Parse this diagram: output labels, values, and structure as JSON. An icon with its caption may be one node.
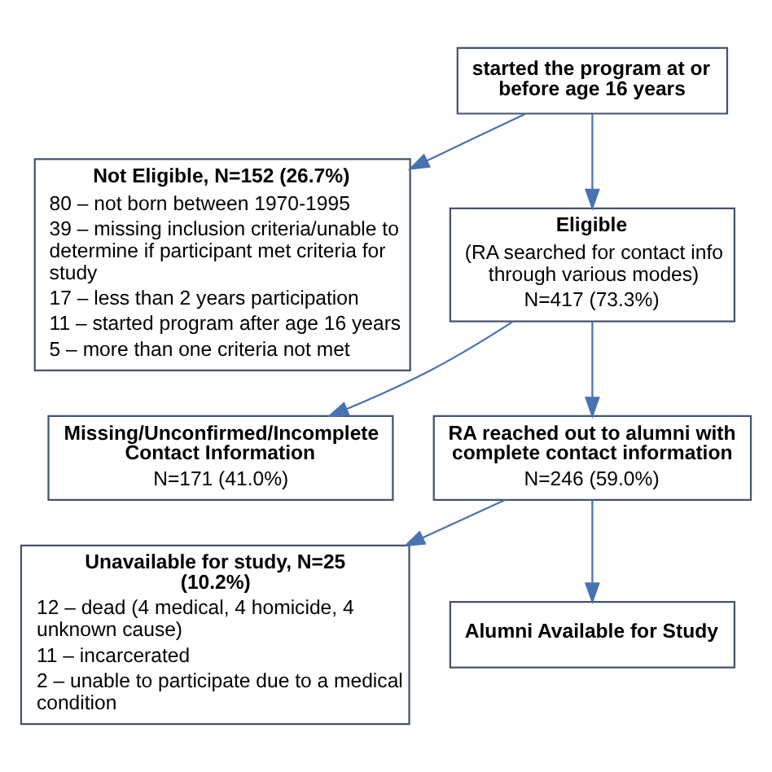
{
  "diagram": {
    "nodes": [
      {
        "text": [
          "started the program at or before age 16 years"
        ]
      },
      {
        "text": [
          "Not Eligible, N=152 (26.7%)",
          "80 – not born between 1970-1995",
          "39 – missing inclusion criteria/unable to determine if participant met criteria for study",
          "17 – less than 2 years participation",
          "11 – started program after age 16 years",
          "5 – more than one criteria not met"
        ]
      },
      {
        "text": [
          "Eligible",
          "(RA searched for contact info through various modes)",
          "N=417 (73.3%)"
        ]
      },
      {
        "text": [
          "Missing/Unconfirmed/Incomplete Contact Information",
          "N=171 (41.0%)"
        ]
      },
      {
        "text": [
          "RA reached out to alumni with complete contact information",
          "N=246 (59.0%)"
        ]
      },
      {
        "text": [
          "Unavailable for study, N=25 (10.2%)",
          "12 – dead (4 medical, 4 homicide, 4 unknown cause)",
          "11 – incarcerated",
          "2 – unable to participate due to a medical condition"
        ]
      },
      {
        "text": [
          "Alumni Available for Study"
        ]
      }
    ],
    "edges": [
      {
        "from": 0,
        "to": 1,
        "arrow": "to"
      },
      {
        "from": 0,
        "to": 2,
        "arrow": "to"
      },
      {
        "from": 2,
        "to": 3,
        "arrow": "to"
      },
      {
        "from": 2,
        "to": 4,
        "arrow": "to"
      },
      {
        "from": 4,
        "to": 5,
        "arrow": "to"
      },
      {
        "from": 4,
        "to": 6,
        "arrow": "to"
      }
    ]
  }
}
